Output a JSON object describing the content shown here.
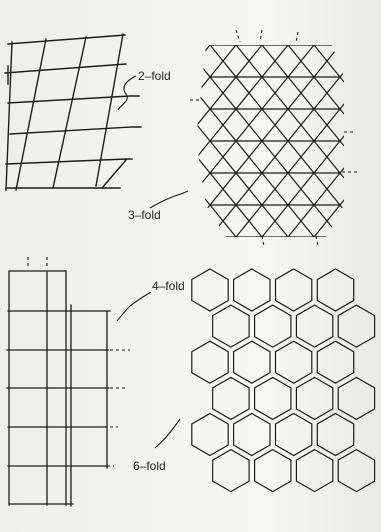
{
  "labels": {
    "twofold": "2–fold",
    "threefold": "3–fold",
    "fourfold": "4–fold",
    "sixfold": "6–fold"
  },
  "colors": {
    "ink": "#1c1c1c",
    "paper": "#f2f2f0"
  }
}
